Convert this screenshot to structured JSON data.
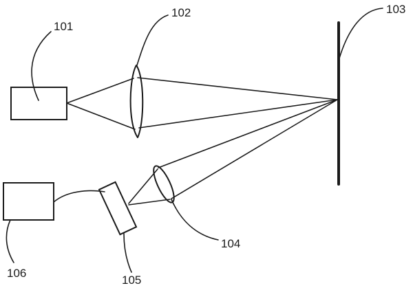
{
  "labels": {
    "ref_101": "101",
    "ref_102": "102",
    "ref_103": "103",
    "ref_104": "104",
    "ref_105": "105",
    "ref_106": "106"
  },
  "colors": {
    "line": "#1a1a1a",
    "background": "#ffffff"
  }
}
